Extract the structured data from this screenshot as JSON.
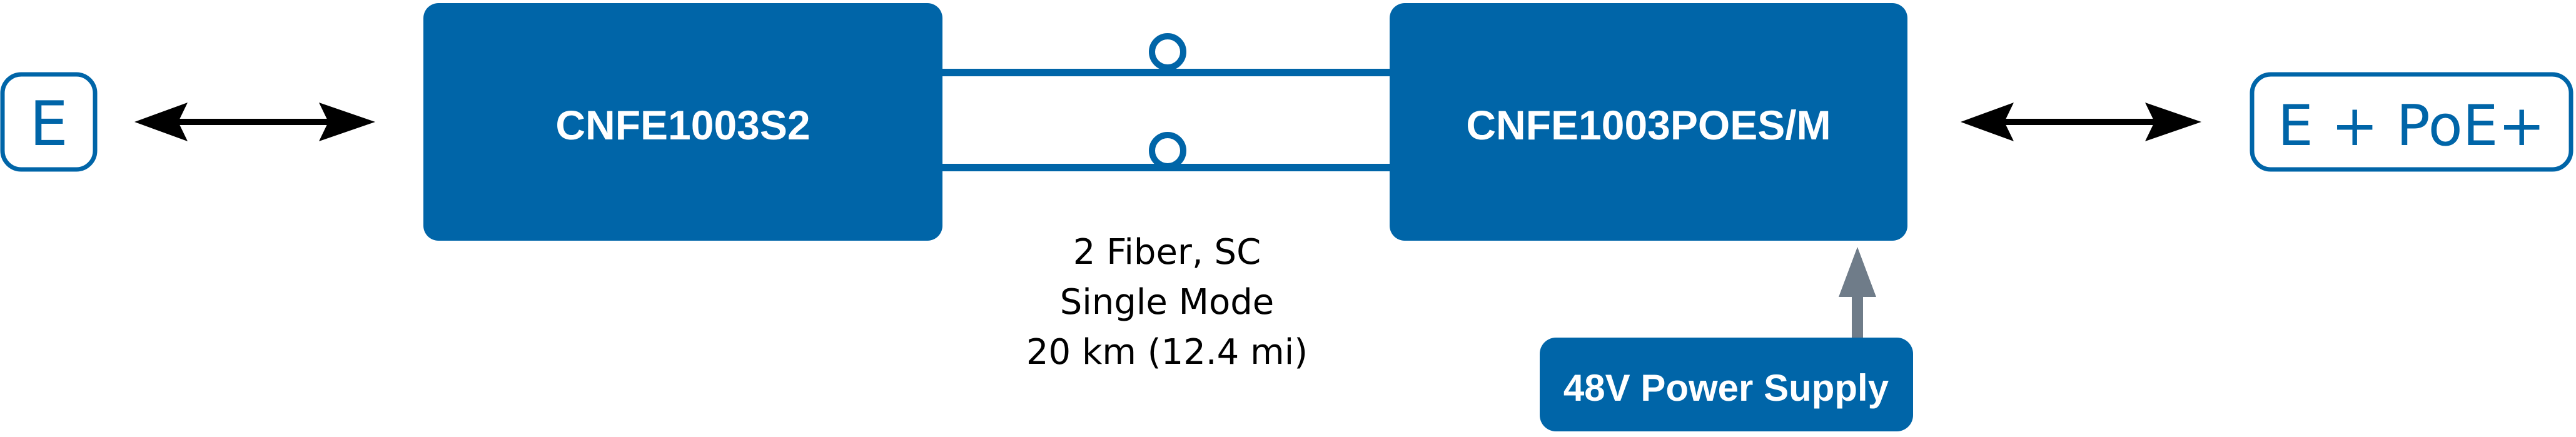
{
  "colors": {
    "brand_blue": "#0065a8",
    "arrow_black": "#000000",
    "power_arrow_gray": "#6f7c89",
    "background": "#ffffff",
    "text_on_blue": "#ffffff"
  },
  "left_end": {
    "label": "E"
  },
  "right_end": {
    "label": "E + PoE+"
  },
  "device_left": {
    "model": "CNFE1003S2"
  },
  "device_right": {
    "model": "CNFE1003POES/M"
  },
  "fiber_link": {
    "connectors": 2,
    "spec_lines": [
      "2 Fiber, SC",
      "Single Mode",
      "20 km (12.4 mi)"
    ]
  },
  "power_supply": {
    "label": "48V Power Supply"
  },
  "icons": {
    "left_link": "double-arrow-icon",
    "right_link": "double-arrow-icon",
    "fiber_connector": "fiber-connector-icon",
    "power_feed": "up-arrow-icon"
  }
}
